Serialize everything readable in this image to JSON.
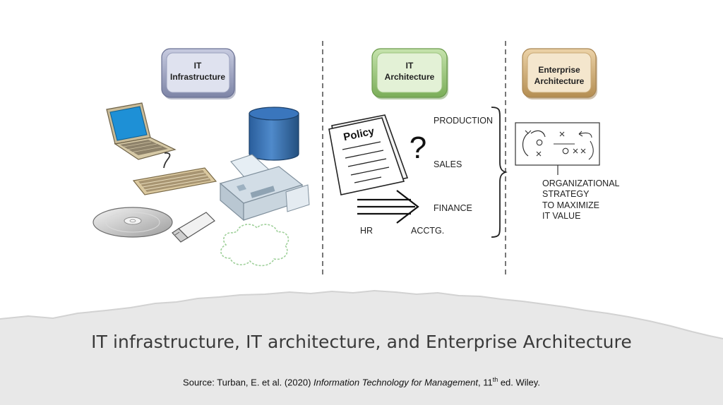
{
  "diagram": {
    "sections": [
      {
        "title_line1": "IT",
        "title_line2": "Infrastructure",
        "color": "#8e95b4"
      },
      {
        "title_line1": "IT",
        "title_line2": "Architecture",
        "color": "#8fc070"
      },
      {
        "title_line1": "Enterprise",
        "title_line2": "Architecture",
        "color": "#c9a46c"
      }
    ],
    "infrastructure_icons": [
      "laptop-icon",
      "keyboard-icon",
      "database-icon",
      "printer-icon",
      "disc-icon",
      "usb-drive-icon",
      "cloud-icon"
    ],
    "architecture": {
      "policy_label": "Policy",
      "question_mark": "?",
      "departments": {
        "production": "PRODUCTION",
        "sales": "SALES",
        "finance": "FINANCE",
        "hr": "HR",
        "acctg": "ACCTG."
      }
    },
    "enterprise": {
      "strategy_lines": [
        "ORGANIZATIONAL",
        "STRATEGY",
        "TO MAXIMIZE",
        "IT VALUE"
      ]
    }
  },
  "caption": "IT infrastructure, IT architecture, and Enterprise Architecture",
  "source": {
    "prefix": "Source: Turban, E. et al. (2020) ",
    "title": "Information Technology for Management",
    "suffix_a": ", 11",
    "superscript": "th",
    "suffix_b": " ed. Wiley."
  }
}
